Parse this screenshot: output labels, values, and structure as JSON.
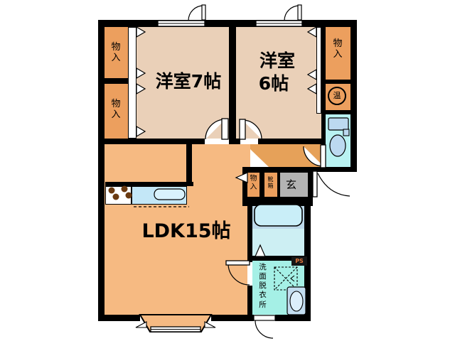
{
  "title": "apartment-floor-plan",
  "labels": {
    "room7": "洋室7帖",
    "room6_line1": "洋室",
    "room6_line2": "6帖",
    "ldk": "LDK15帖",
    "storage": "物入",
    "shoe_box": "靴箱",
    "entrance": "玄",
    "washroom": "洗面脱衣所",
    "water_heater": "温",
    "pipe_space": "PS"
  },
  "colors": {
    "wall": "#000000",
    "bedroom_tan": "#ead0b8",
    "storage_orange": "#ec9f5e",
    "ldk_orange": "#f6ba82",
    "hall_orange": "#e6a159",
    "entrance_gray": "#b3b3b3",
    "toilet_room_cyan": "#b9f2f2",
    "washroom_cyan": "#a5f0e6",
    "bath_floor_cyan": "#cdeff3",
    "tub_band_blue": "#bdd9ea",
    "fixture_blue": "#bcd9f0",
    "counter_blue": "#c3e7f7",
    "burner_brown": "#6b3a10",
    "ps_text_orange": "#e0763c"
  },
  "fixtures": [
    "toilet-icon",
    "bathtub-icon",
    "washbasin-icon",
    "washing-machine-pan-icon",
    "kitchen-sink-icon",
    "stove-burners-icon",
    "water-heater-icon",
    "bay-window-icon"
  ]
}
